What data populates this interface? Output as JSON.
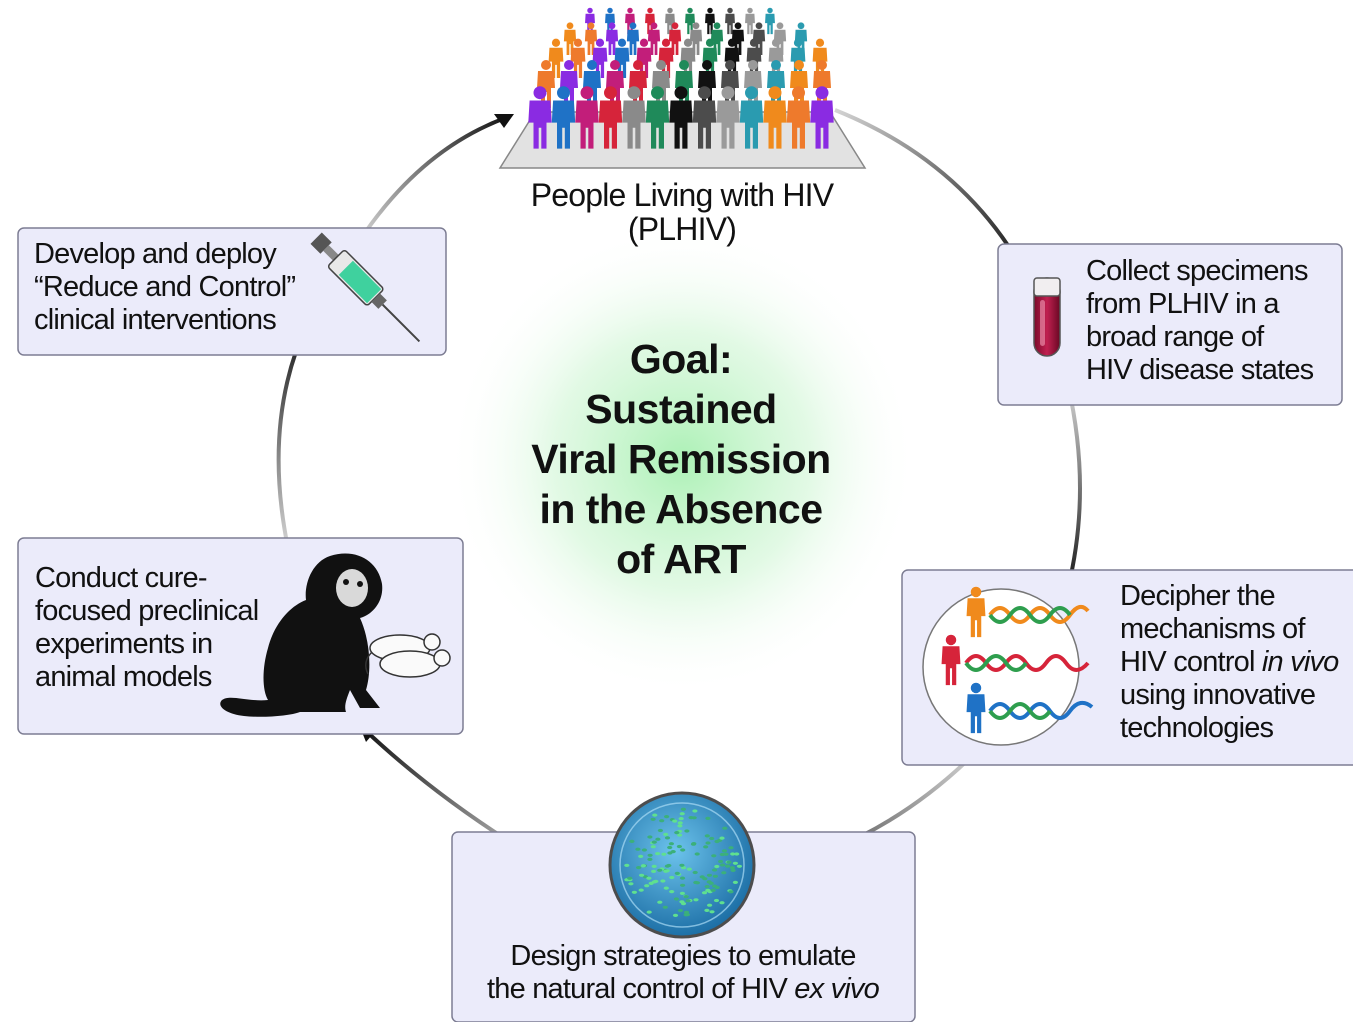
{
  "top": {
    "title_line1": "People Living with HIV",
    "title_line2": "(PLHIV)"
  },
  "goal": {
    "lines": [
      "Goal:",
      "Sustained",
      "Viral Remission",
      "in the Absence",
      "of ART"
    ]
  },
  "steps": {
    "collect": {
      "lines": [
        "Collect specimens",
        "from PLHIV in a",
        "broad range of",
        "HIV disease states"
      ]
    },
    "decipher": {
      "line1": "Decipher the",
      "line2": "mechanisms of",
      "line3_plain": "HIV control ",
      "line3_italic": "in vivo",
      "line4": "using innovative",
      "line5": "technologies"
    },
    "design": {
      "line1": "Design strategies to emulate",
      "line2_plain": "the natural control of HIV ",
      "line2_italic": "ex vivo"
    },
    "conduct": {
      "lines": [
        "Conduct cure-",
        "focused preclinical",
        "experiments in",
        "animal models"
      ]
    },
    "develop": {
      "lines": [
        "Develop and deploy",
        "“Reduce and Control”",
        "clinical interventions"
      ]
    }
  },
  "icons": [
    "crowd-icon",
    "blood-tube-icon",
    "dna-people-icon",
    "petri-dish-icon",
    "monkey-mice-icon",
    "syringe-icon"
  ],
  "colors": {
    "box_fill": "#ebebfa",
    "box_border": "#7d7d93",
    "glow": "#c9f5cf",
    "arrow": "#111111"
  }
}
